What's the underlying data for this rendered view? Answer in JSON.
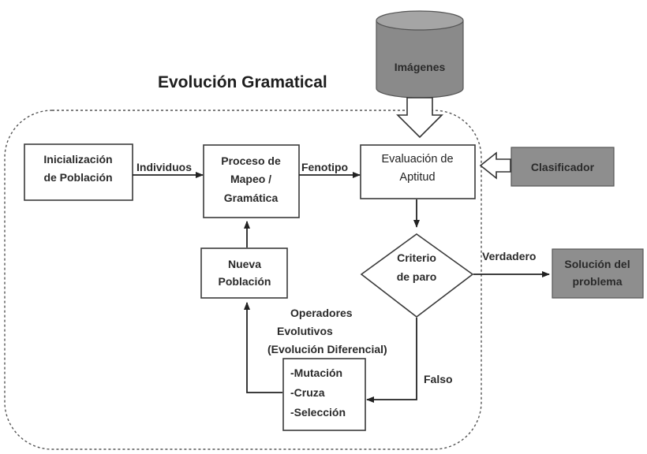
{
  "title": "Evolución Gramatical",
  "database": {
    "label": "Imágenes"
  },
  "classifier": {
    "label": "Clasificador"
  },
  "init_population": {
    "line1": "Inicialización",
    "line2": "de Población"
  },
  "mapping_process": {
    "line1": "Proceso de",
    "line2": "Mapeo /",
    "line3": "Gramática"
  },
  "fitness_eval": {
    "line1": "Evaluación de",
    "line2": "Aptitud"
  },
  "stop_criterion": {
    "line1": "Criterio",
    "line2": "de paro"
  },
  "new_population": {
    "line1": "Nueva",
    "line2": "Población"
  },
  "solution": {
    "line1": "Solución del",
    "line2": "problema"
  },
  "operators": {
    "heading1": "Operadores",
    "heading2": "Evolutivos",
    "heading3": "(Evolución Diferencial)",
    "items": [
      "-Mutación",
      "-Cruza",
      "-Selección"
    ]
  },
  "edges": {
    "individuals": "Individuos",
    "phenotype": "Fenotipo",
    "true_label": "Verdadero",
    "false_label": "Falso"
  },
  "colors": {
    "grey_fill": "#8e8e8e",
    "cylinder_fill": "#8a8a8a",
    "line": "#222222"
  }
}
